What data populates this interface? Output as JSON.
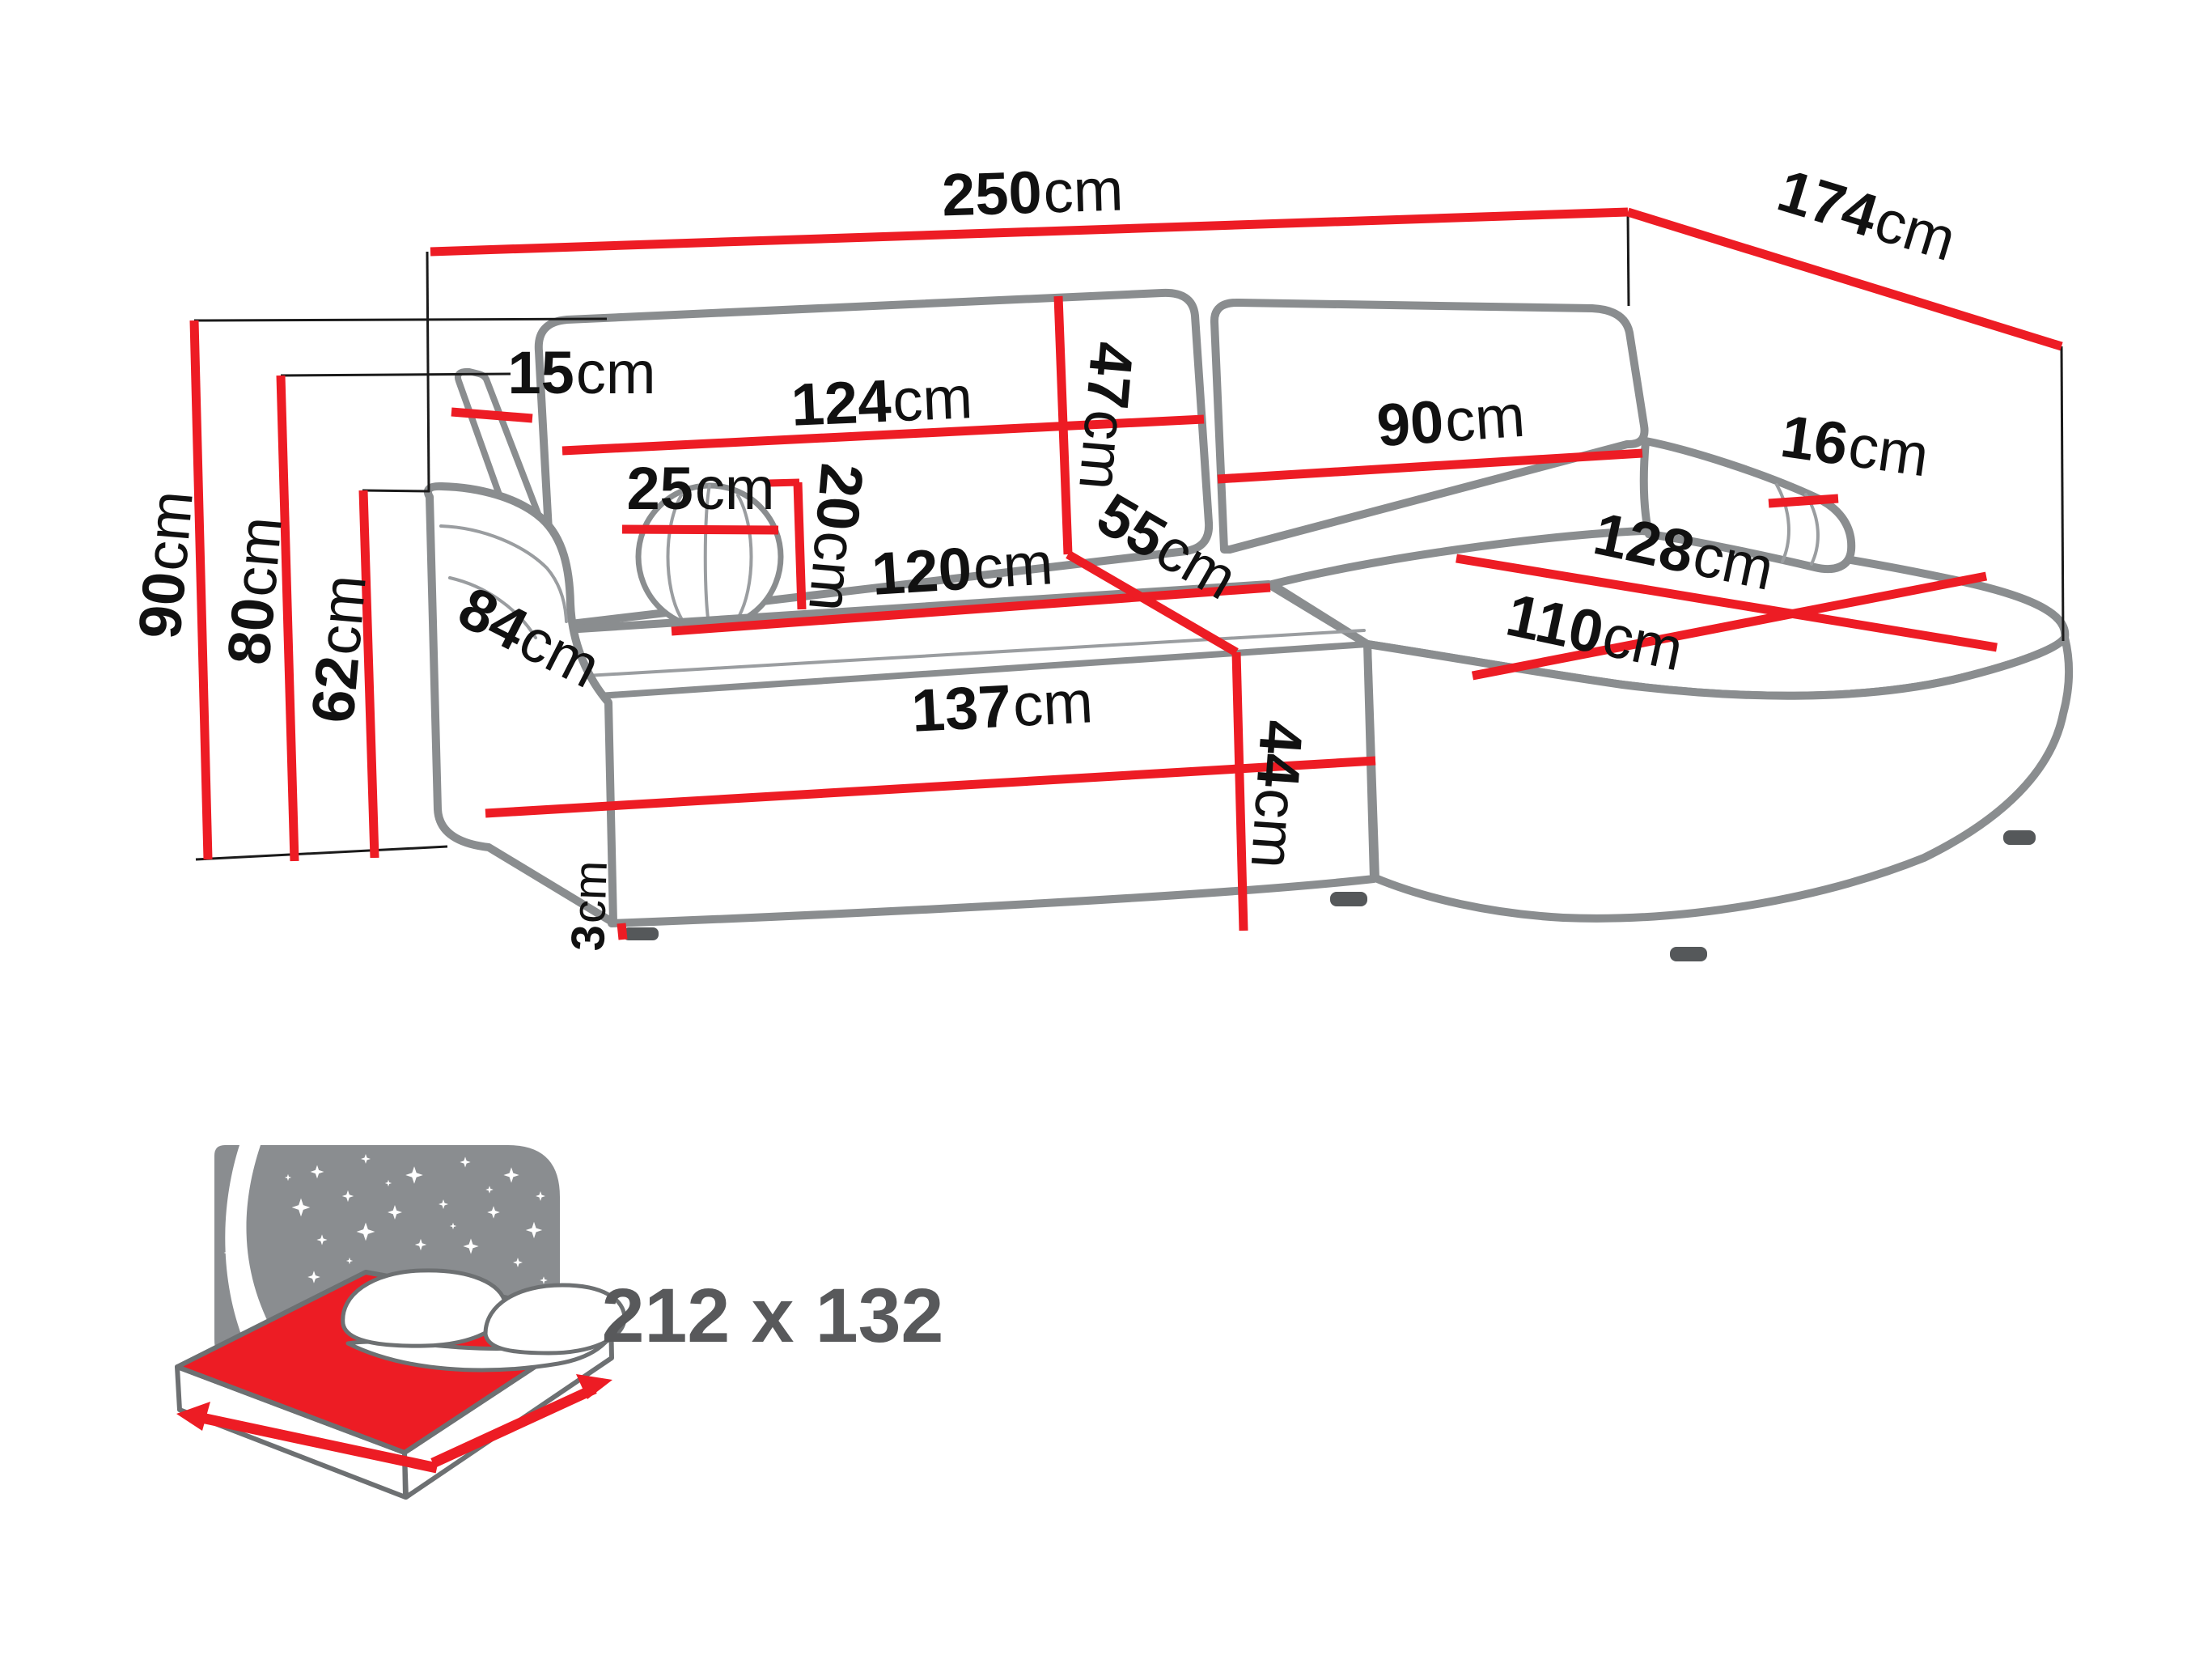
{
  "colors": {
    "dimension_red": "#ed1c24",
    "sofa_outline_gray": "#8a8d8f",
    "label_black": "#111111",
    "icon_gray": "#8a8d90",
    "icon_text_gray": "#58595b",
    "background": "#ffffff"
  },
  "diagram": {
    "labels": [
      {
        "id": "total-width",
        "value": "250",
        "unit": "cm"
      },
      {
        "id": "total-depth",
        "value": "174",
        "unit": "cm"
      },
      {
        "id": "total-height",
        "value": "90",
        "unit": "cm"
      },
      {
        "id": "armrest-peak-height",
        "value": "80",
        "unit": "cm"
      },
      {
        "id": "armrest-height",
        "value": "62",
        "unit": "cm"
      },
      {
        "id": "armrest-top-width",
        "value": "15",
        "unit": "cm"
      },
      {
        "id": "backrest-left-width",
        "value": "124",
        "unit": "cm"
      },
      {
        "id": "backrest-height",
        "value": "47",
        "unit": "cm"
      },
      {
        "id": "pillow-width",
        "value": "25",
        "unit": "cm"
      },
      {
        "id": "pillow-height",
        "value": "20",
        "unit": "cm"
      },
      {
        "id": "seat-width",
        "value": "120",
        "unit": "cm"
      },
      {
        "id": "seat-depth",
        "value": "55",
        "unit": "cm"
      },
      {
        "id": "backrest-right-width",
        "value": "90",
        "unit": "cm"
      },
      {
        "id": "armrest-right-width",
        "value": "16",
        "unit": "cm"
      },
      {
        "id": "chaise-width",
        "value": "128",
        "unit": "cm"
      },
      {
        "id": "chaise-depth",
        "value": "110",
        "unit": "cm"
      },
      {
        "id": "armrest-depth",
        "value": "84",
        "unit": "cm"
      },
      {
        "id": "front-width",
        "value": "137",
        "unit": "cm"
      },
      {
        "id": "front-height",
        "value": "44",
        "unit": "cm"
      },
      {
        "id": "leg-height",
        "value": "3",
        "unit": "cm"
      }
    ],
    "sleeping_area": {
      "value": "212 x 132"
    }
  }
}
